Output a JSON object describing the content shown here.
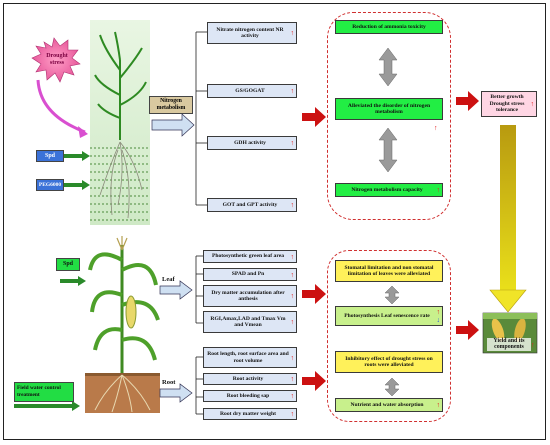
{
  "top": {
    "drought_stress": "Drought stress",
    "spd": "Spd",
    "peg": "PEG6000",
    "nitrogen_metabolism": "Nitrogen metabolism",
    "boxes": [
      "Nitrate nitrogen content NR activity",
      "GS/GOGAT",
      "GDH activity",
      "GOT and GPT activity"
    ],
    "green_boxes": [
      "Reduction of ammonia toxicity",
      "Alleviated the disorder of nitrogen metabolism",
      "Nitrogen metabolism capacity"
    ],
    "result": "Better growth Drought stress tolerance"
  },
  "bottom": {
    "spd": "Spd",
    "field_water": "Field water control treatment",
    "leaf": "Leaf",
    "root": "Root",
    "leaf_boxes": [
      "Photosynthetic green leaf area",
      "SPAD and Pn",
      "Dry matter accumulation after anthesis",
      "RGI,Amax,LAD and Tmax Vm and Vmean"
    ],
    "root_boxes": [
      "Root length, root surface area and root volume",
      "Root activity",
      "Root bleeding sap",
      "Root dry matter weight"
    ],
    "mid_boxes": [
      "Stomatal limitation and non stomatal limitation of leaves were alleviated",
      "Photosynthesis Leaf senescence rate",
      "Inhibitory effect of drought stress on roots were alleviated",
      "Nutrient and water absorption"
    ],
    "result": "Yield and its components"
  },
  "colors": {
    "up_arrow": "#e02020",
    "down_arrow": "#1e4fd8",
    "green_box": "#22ee44",
    "yellow_box": "#fff15a",
    "dashed_border": "#d03030"
  }
}
